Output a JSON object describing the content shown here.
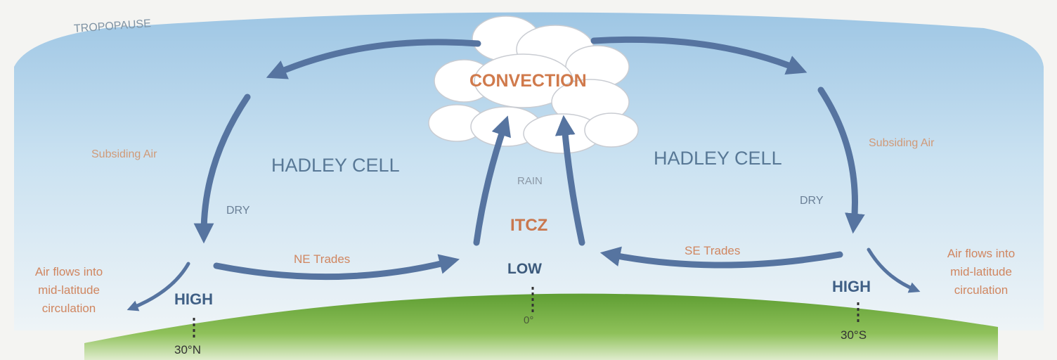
{
  "diagram": {
    "title_top": "TROPOPAUSE",
    "convection": "CONVECTION",
    "rain": "RAIN",
    "itcz": "ITCZ",
    "low": "LOW",
    "left": {
      "cell": "HADLEY CELL",
      "subsiding": "Subsiding Air",
      "dry": "DRY",
      "trades": "NE Trades",
      "high": "HIGH",
      "outflow_line1": "Air flows into",
      "outflow_line2": "mid-latitude",
      "outflow_line3": "circulation",
      "latitude": "30°N"
    },
    "right": {
      "cell": "HADLEY CELL",
      "subsiding": "Subsiding Air",
      "dry": "DRY",
      "trades": "SE Trades",
      "high": "HIGH",
      "outflow_line1": "Air flows into",
      "outflow_line2": "mid-latitude",
      "outflow_line3": "circulation",
      "latitude": "30°S"
    },
    "equator": "0°"
  },
  "colors": {
    "arrow": "#5674a0",
    "label_blue": "#4f6f92",
    "label_orange": "#c9774e",
    "ground": "#6aa53c",
    "sky": "#b8d7ec"
  }
}
